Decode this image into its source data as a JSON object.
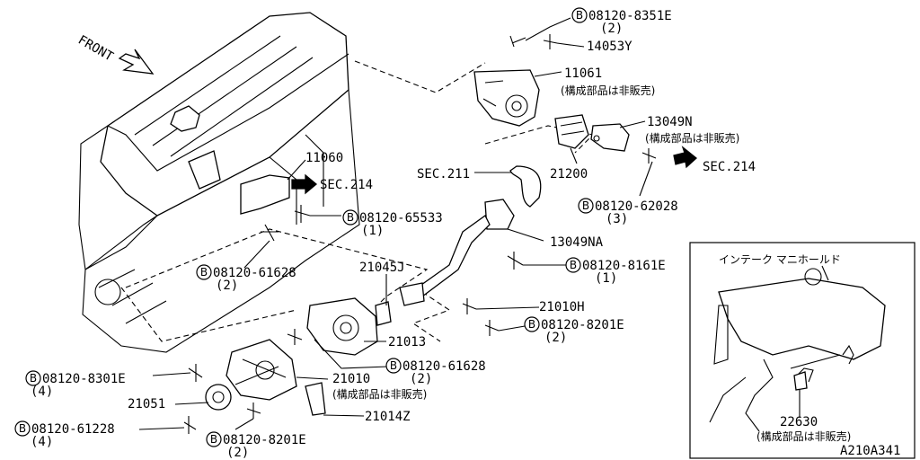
{
  "front_label": "FRONT",
  "callouts": {
    "c8351": {
      "marker": "B",
      "code": "08120-8351E",
      "qty": "(2)"
    },
    "p14053": {
      "code": "14053Y"
    },
    "p11061": {
      "code": "11061",
      "note": "(構成部品は非販売)"
    },
    "p13049n": {
      "code": "13049N",
      "note": "(構成部品は非販売)"
    },
    "sec214a": {
      "code": "SEC.214"
    },
    "p11060": {
      "code": "11060"
    },
    "sec214b": {
      "code": "SEC.214"
    },
    "sec211": {
      "code": "SEC.211"
    },
    "p21200": {
      "code": "21200"
    },
    "c62028": {
      "marker": "B",
      "code": "08120-62028",
      "qty": "(3)"
    },
    "c65533": {
      "marker": "B",
      "code": "08120-65533",
      "qty": "(1)"
    },
    "p13049na": {
      "code": "13049NA"
    },
    "c8161": {
      "marker": "B",
      "code": "08120-8161E",
      "qty": "(1)"
    },
    "p21045j": {
      "code": "21045J"
    },
    "c61628a": {
      "marker": "B",
      "code": "08120-61628",
      "qty": "(2)"
    },
    "p21010h": {
      "code": "21010H"
    },
    "c8201a": {
      "marker": "B",
      "code": "08120-8201E",
      "qty": "(2)"
    },
    "p21013": {
      "code": "21013"
    },
    "c61628b": {
      "marker": "B",
      "code": "08120-61628",
      "qty": "(2)"
    },
    "c8301": {
      "marker": "B",
      "code": "08120-8301E",
      "qty": "(4)"
    },
    "p21010": {
      "code": "21010",
      "note": "(構成部品は非販売)"
    },
    "p21051": {
      "code": "21051"
    },
    "p21014z": {
      "code": "21014Z"
    },
    "c61228": {
      "marker": "B",
      "code": "08120-61228",
      "qty": "(4)"
    },
    "c8201b": {
      "marker": "B",
      "code": "08120-8201E",
      "qty": "(2)"
    },
    "p22630": {
      "code": "22630",
      "note": "(構成部品は非販売)"
    }
  },
  "inset": {
    "title": "インテーク マニホールド"
  },
  "diagram_code": "A210A341"
}
